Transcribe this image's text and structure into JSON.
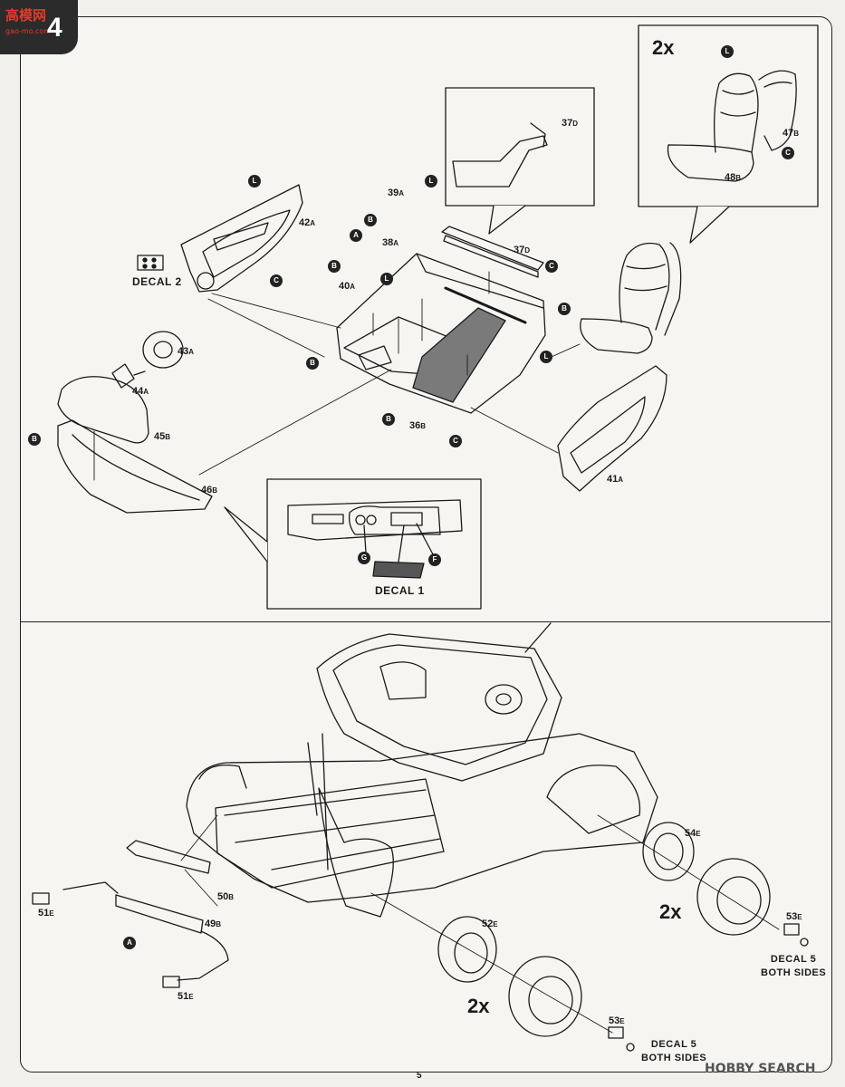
{
  "page": {
    "step_number": "4",
    "page_number": "5"
  },
  "watermark": {
    "logo_text": "高模网",
    "logo_url": "gao-mo.com",
    "footer": "HOBBY SEARCH"
  },
  "top_section": {
    "labels": {
      "p42": "42",
      "p42s": "A",
      "p39": "39",
      "p39s": "A",
      "p38": "38",
      "p38s": "A",
      "p40": "40",
      "p40s": "A",
      "p37a": "37",
      "p37as": "D",
      "p37b": "37",
      "p37bs": "D",
      "p43": "43",
      "p43s": "A",
      "p44": "44",
      "p44s": "A",
      "p45": "45",
      "p45s": "B",
      "p46": "46",
      "p46s": "B",
      "p36": "36",
      "p36s": "B",
      "p41": "41",
      "p41s": "A",
      "p47": "47",
      "p47s": "B",
      "p48": "48",
      "p48s": "B"
    },
    "seat_multiplier": "2x",
    "decal2": "DECAL 2",
    "decal1": "DECAL 1"
  },
  "bottom_section": {
    "labels": {
      "p54": "54",
      "p54s": "E",
      "p52": "52",
      "p52s": "E",
      "p53a": "53",
      "p53as": "E",
      "p53b": "53",
      "p53bs": "E",
      "p50": "50",
      "p50s": "B",
      "p49": "49",
      "p49s": "B",
      "p51a": "51",
      "p51as": "E",
      "p51b": "51",
      "p51bs": "E"
    },
    "mult_rear": "2x",
    "mult_front": "2x",
    "decal5_a_line1": "DECAL 5",
    "decal5_a_line2": "BOTH SIDES",
    "decal5_b_line1": "DECAL 5",
    "decal5_b_line2": "BOTH SIDES"
  },
  "badges": {
    "L": "L",
    "B": "B",
    "A": "A",
    "C": "C",
    "G": "G",
    "F": "F"
  },
  "colors": {
    "line": "#1a1a1a",
    "shade": "#7a7a7a",
    "badge": "#222222",
    "paper": "#f6f5f2"
  }
}
